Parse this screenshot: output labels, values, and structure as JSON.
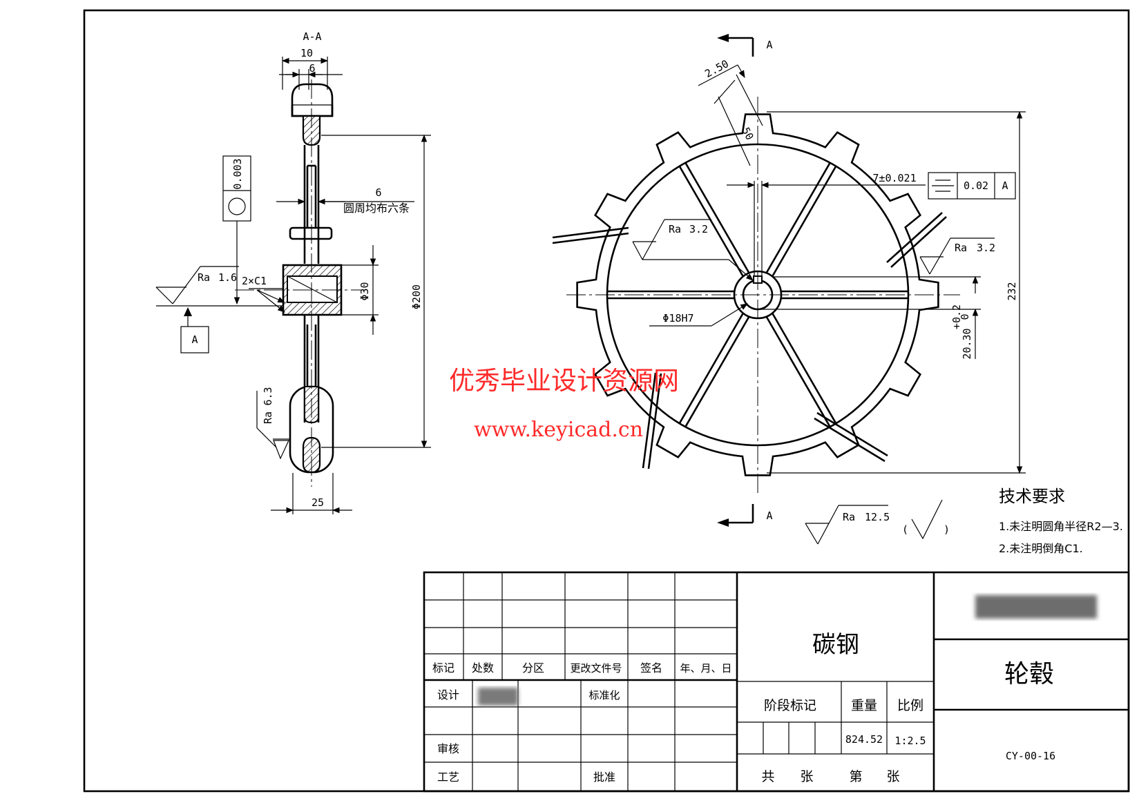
{
  "section_label": "A-A",
  "section_marks": [
    "A",
    "A"
  ],
  "side_view": {
    "dim_width_outer": "10",
    "dim_width_inner": "6",
    "dim_rib_count": "6",
    "note_rib_count": "圆周均布六条",
    "dim_total_diameter": "Φ200",
    "dim_hub_diameter": "Φ30",
    "dim_chamfer": "2×C1",
    "dim_rim_width": "25",
    "roughness_hub": {
      "label": "Ra",
      "value": "1.6"
    },
    "roughness_rim": {
      "label": "Ra",
      "value": "6.3"
    },
    "tolerance_circularity": {
      "value": "0.003"
    },
    "datum_label": "A"
  },
  "front_view": {
    "dim_tooth_width": "2.50",
    "dim_tooth_height": "50",
    "dim_keyway": "7±0.021",
    "tolerance_symmetry": {
      "value": "0.02",
      "datum": "A"
    },
    "roughness_left": {
      "label": "Ra",
      "value": "3.2"
    },
    "roughness_right": {
      "label": "Ra",
      "value": "3.2"
    },
    "dim_bore": "Φ18H7",
    "dim_keyway_depth": "20.30",
    "dim_keyway_depth_tol_upper": "+0.2",
    "dim_keyway_depth_tol_lower": "0",
    "dim_overall": "232"
  },
  "general_roughness": {
    "label": "Ra",
    "value": "12.5",
    "open": "(",
    "close": ")"
  },
  "watermark": {
    "line1": "优秀毕业设计资源网",
    "line2": "www.keyicad.cn",
    "color": "#ff2a2a"
  },
  "technical_requirements": {
    "title": "技术要求",
    "items": [
      "1.未注明圆角半径R2—3.",
      "2.未注明倒角C1."
    ]
  },
  "title_block": {
    "headers": [
      "标记",
      "处数",
      "分区",
      "更改文件号",
      "签名",
      "年、月、日"
    ],
    "design_label": "设计",
    "standardization_label": "标准化",
    "review_label": "审核",
    "process_label": "工艺",
    "approve_label": "批准",
    "material": "碳钢",
    "stage_label": "阶段标记",
    "weight_label": "重量",
    "scale_label": "比例",
    "weight_value": "824.52",
    "scale_value": "1:2.5",
    "sheet_total_label": "共",
    "sheet_unit_1": "张",
    "sheet_no_label": "第",
    "sheet_unit_2": "张",
    "part_name": "轮毂",
    "drawing_number": "CY-00-16"
  }
}
